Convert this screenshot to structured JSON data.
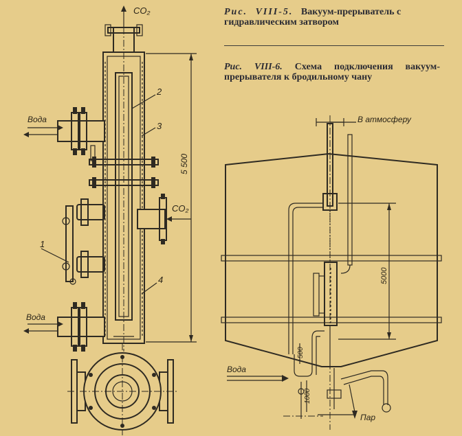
{
  "figure1": {
    "label": "Рис.",
    "number": "VIII-5.",
    "title": "Вакуум-прерыватель с гидравлическим затвором",
    "annotations": {
      "co2_top": "CO₂",
      "co2_side": "CO₂",
      "water_in_top": "Вода",
      "water_in_bottom": "Вода",
      "height": "5 500",
      "part1": "1",
      "part2": "2",
      "part3": "3",
      "part4": "4"
    }
  },
  "figure2": {
    "label": "Рис.",
    "number": "VIII-6.",
    "title": "Схема подключения вакуум-прерывателя к бродильному чану",
    "annotations": {
      "to_atmosphere": "В атмосферу",
      "water": "Вода",
      "steam": "Пар",
      "height_5000": "5000",
      "height_1000": "1000",
      "height_500": "500"
    }
  }
}
